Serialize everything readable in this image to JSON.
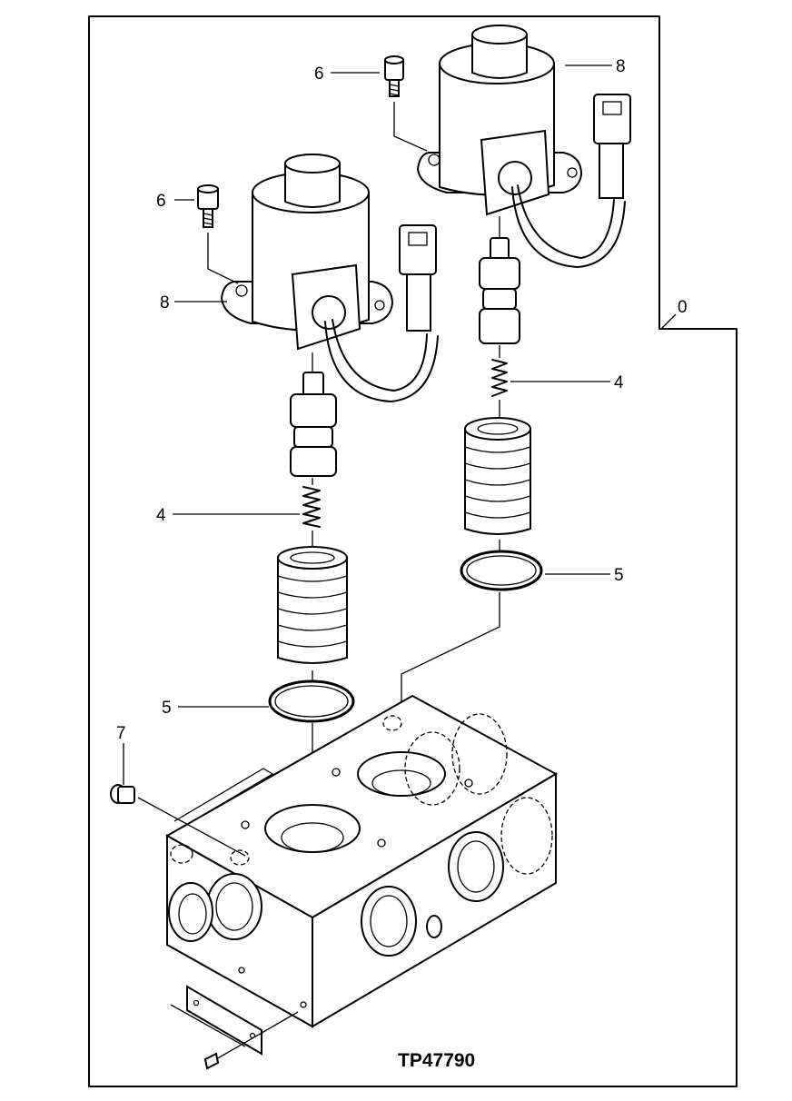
{
  "figure_id": "TP47790",
  "callouts": {
    "frame_ref": "0",
    "screw_left": "6",
    "screw_right": "6",
    "solenoid_left": "8",
    "solenoid_right": "8",
    "spring_left": "4",
    "spring_right": "4",
    "seal_left": "5",
    "seal_right": "5",
    "plug": "7"
  }
}
